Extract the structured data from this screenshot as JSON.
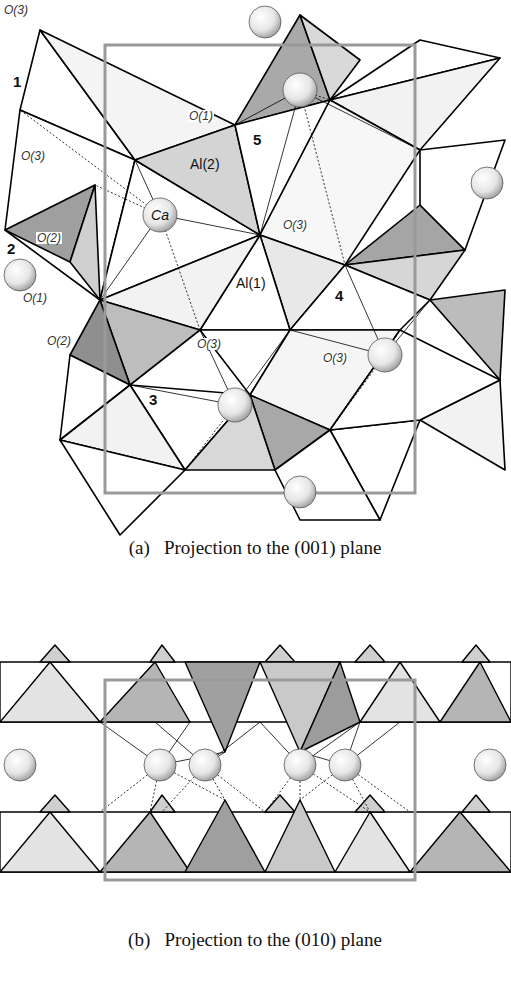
{
  "diagram": {
    "labels": [
      "O(3)",
      "1",
      "O(1)",
      "Al(2)",
      "5",
      "O(3)",
      "2",
      "O(2)",
      "Ca",
      "O(3)",
      "Al(1)",
      "4",
      "O(1)",
      "O(2)",
      "O(3)",
      "3",
      "O(3)",
      "(a)   Projection to the (001) plane",
      "(b)   Projection to the (010) plane"
    ]
  }
}
